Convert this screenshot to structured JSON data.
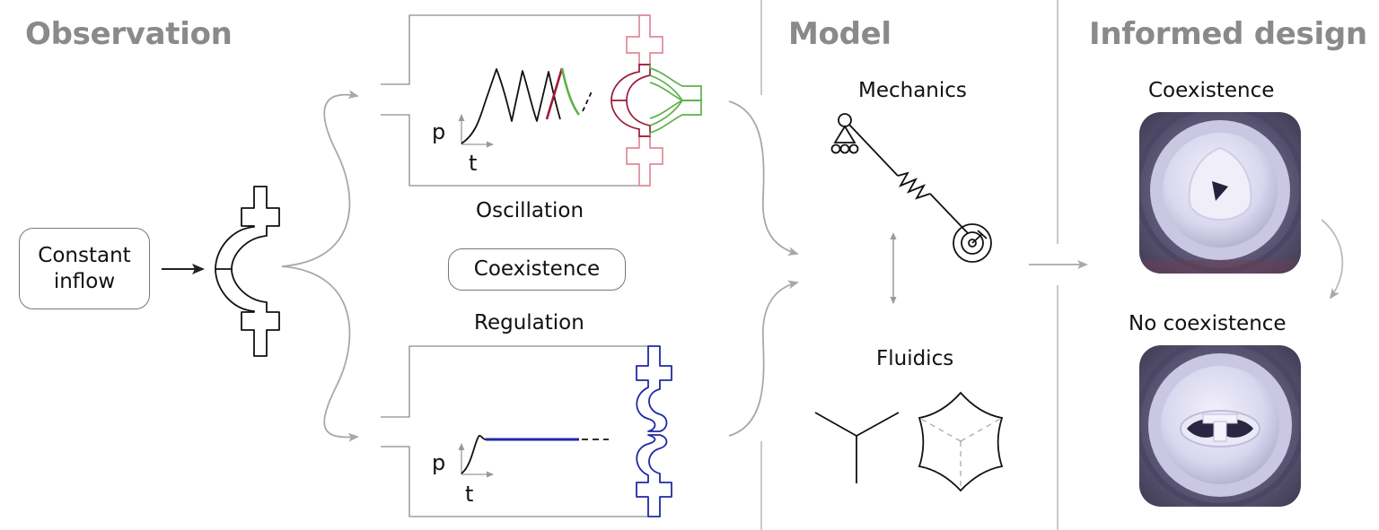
{
  "headings": {
    "observation": "Observation",
    "model": "Model",
    "informed_design": "Informed design"
  },
  "observation": {
    "input_label_line1": "Constant",
    "input_label_line2": "inflow",
    "oscillation_label": "Oscillation",
    "coexistence_label": "Coexistence",
    "regulation_label": "Regulation",
    "oscillation_axes": {
      "y": "p",
      "x": "t"
    },
    "regulation_axes": {
      "y": "p",
      "x": "t"
    }
  },
  "model": {
    "mechanics_label": "Mechanics",
    "fluidics_label": "Fluidics"
  },
  "design": {
    "coexistence_label": "Coexistence",
    "no_coexistence_label": "No coexistence"
  },
  "colors": {
    "heading": "#8a8a8a",
    "arrow_gray": "#a8a8a8",
    "oscillation_red": "#9a1b3a",
    "oscillation_green": "#5fb04a",
    "oscillation_pink": "#e08a9a",
    "regulation_blue": "#1f2aa6"
  }
}
